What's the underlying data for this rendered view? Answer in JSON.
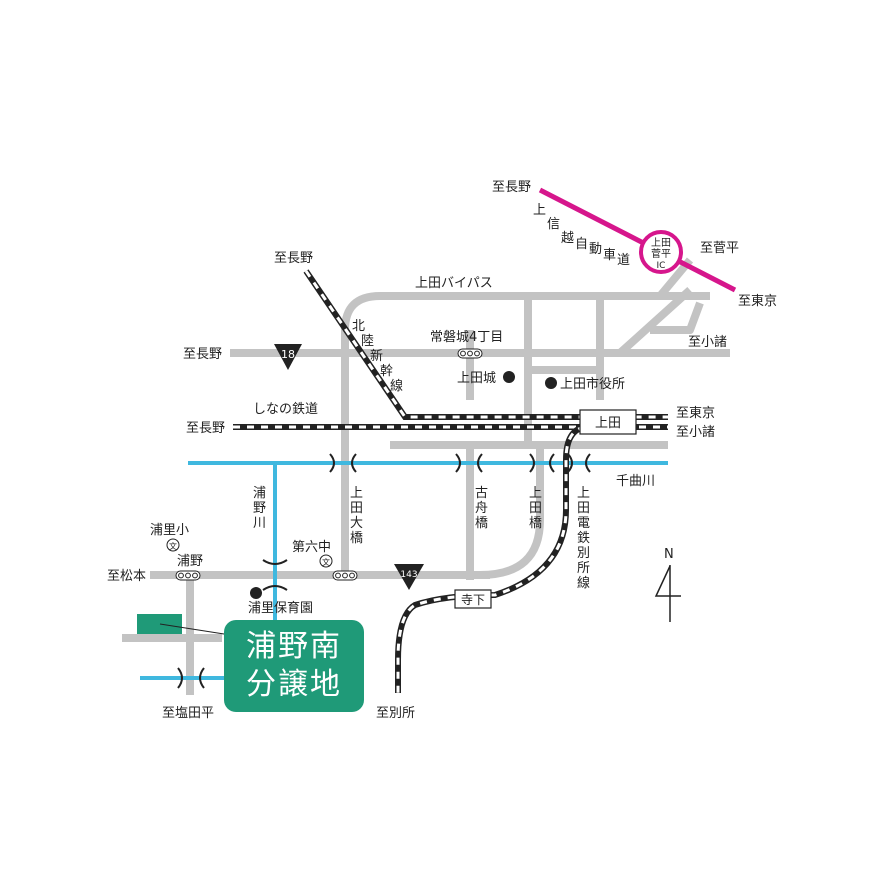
{
  "destination": {
    "line1": "浦野南",
    "line2": "分譲地"
  },
  "directions": {
    "nagano_expwy": "至長野",
    "sugadaira": "至菅平",
    "tokyo_expwy": "至東京",
    "nagano_shinkansen": "至長野",
    "nagano_route18": "至長野",
    "komoro_route18": "至小諸",
    "nagano_shinano": "至長野",
    "tokyo_rail": "至東京",
    "komoro_rail": "至小諸",
    "matsumoto": "至松本",
    "shiodahira": "至塩田平",
    "bessho": "至別所"
  },
  "labels": {
    "expressway": [
      "上",
      "信",
      "越",
      "自",
      "動",
      "車",
      "道"
    ],
    "ic_line1": "上田",
    "ic_line2": "菅平",
    "ic_line3": "IC",
    "bypass": "上田バイパス",
    "shinkansen": [
      "北",
      "陸",
      "新",
      "幹",
      "線"
    ],
    "tokiwagi": "常磐城4丁目",
    "route18": "18",
    "ueda_castle": "上田城",
    "city_hall": "上田市役所",
    "shinano_railway": "しなの鉄道",
    "ueda_station": "上田",
    "chikuma_river": "千曲川",
    "urano_river": [
      "浦",
      "野",
      "川"
    ],
    "ueda_ohashi": [
      "上",
      "田",
      "大",
      "橋"
    ],
    "kofune_bashi": [
      "古",
      "舟",
      "橋"
    ],
    "ueda_bashi": [
      "上",
      "田",
      "橋"
    ],
    "bessho_line": [
      "上",
      "田",
      "電",
      "鉄",
      "別",
      "所",
      "線"
    ],
    "urasato_elem": "浦里小",
    "school_symbol": "文",
    "urano": "浦野",
    "dairoku_jh": "第六中",
    "route143": "143",
    "terashita": "寺下",
    "nursery": "浦里保育園",
    "north": "N"
  }
}
